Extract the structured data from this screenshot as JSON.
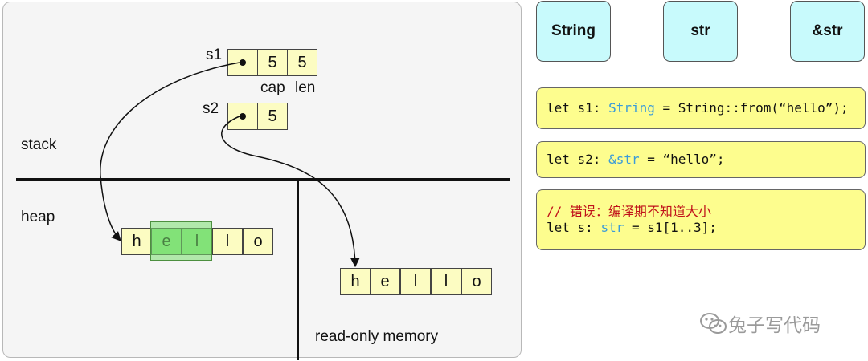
{
  "diagram": {
    "stack_label": "stack",
    "heap_label": "heap",
    "readonly_label": "read-only memory",
    "s1": {
      "name": "s1",
      "cells": [
        "5",
        "5"
      ],
      "cap_label": "cap",
      "len_label": "len"
    },
    "s2": {
      "name": "s2",
      "cells": [
        "5"
      ]
    },
    "heap_chars": [
      "h",
      "e",
      "l",
      "l",
      "o"
    ],
    "readonly_chars": [
      "h",
      "e",
      "l",
      "l",
      "o"
    ]
  },
  "types": [
    "String",
    "str",
    "&str"
  ],
  "code": {
    "line1": {
      "pre": "let s1: ",
      "type": "String",
      "post": " = String::from(“hello”);"
    },
    "line2": {
      "pre": "let s2: ",
      "type": "&str",
      "post": " = “hello”;"
    },
    "line3_comment": "// 错误：编译期不知道大小",
    "line3": {
      "pre": "let s: ",
      "type": "str",
      "post": " = s1[1..3];"
    }
  },
  "watermark": "兔子写代码",
  "colors": {
    "cell_fill": "#fcfcc2",
    "highlight_fill": "#8ee886",
    "type_box_fill": "#c8fafc",
    "code_box_fill": "#fdfd8e",
    "type_keyword": "#3a9bd9",
    "comment": "#c0121a"
  }
}
